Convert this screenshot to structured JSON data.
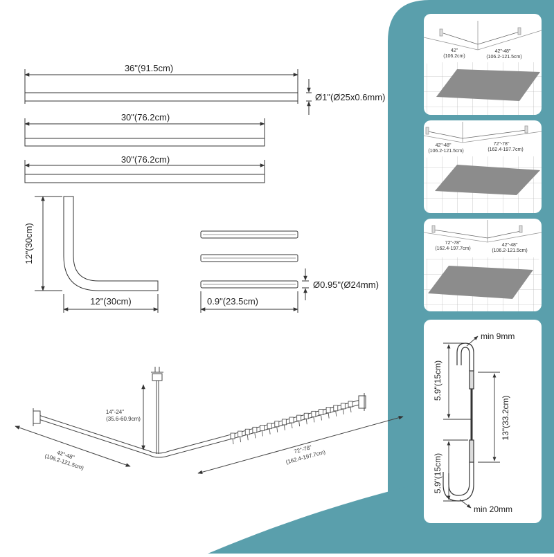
{
  "colors": {
    "teal": "#5a9fac",
    "line": "#333333",
    "tile": "#8c8c8c",
    "panel": "#ffffff"
  },
  "parts": {
    "rod_36": "36\"(91.5cm)",
    "rod_30_a": "30\"(76.2cm)",
    "rod_30_b": "30\"(76.2cm)",
    "rod_diameter": "Ø1\"(Ø25x0.6mm)",
    "corner_height": "12\"(30cm)",
    "corner_width": "12\"(30cm)",
    "connector_length": "0.9\"(23.5cm)",
    "connector_diameter": "Ø0.95\"(Ø24mm)"
  },
  "assembly": {
    "drop_in": "14\"-24\"",
    "drop_cm": "(35.6-60.9cm)",
    "short_in": "42\"-48\"",
    "short_cm": "(106.2-121.5cm)",
    "long_in": "72\"-78\"",
    "long_cm": "(162.4-197.7cm)"
  },
  "panel1": {
    "left_in": "42\"",
    "left_cm": "(106.2cm)",
    "right_in": "42\"-48\"",
    "right_cm": "(106.2-121.5cm)"
  },
  "panel2": {
    "left_in": "42\"-48\"",
    "left_cm": "(106.2-121.5cm)",
    "right_in": "72\"-78\"",
    "right_cm": "(162.4-197.7cm)"
  },
  "panel3": {
    "left_in": "72\"-78\"",
    "left_cm": "(162.4-197.7cm)",
    "right_in": "42\"-48\"",
    "right_cm": "(106.2-121.5cm)"
  },
  "hook": {
    "top_gap": "min 9mm",
    "top_len": "5.9\"(15cm)",
    "total_len": "13\"(33.2cm)",
    "bottom_len": "5.9\"(15cm)",
    "bottom_gap": "min 20mm"
  }
}
